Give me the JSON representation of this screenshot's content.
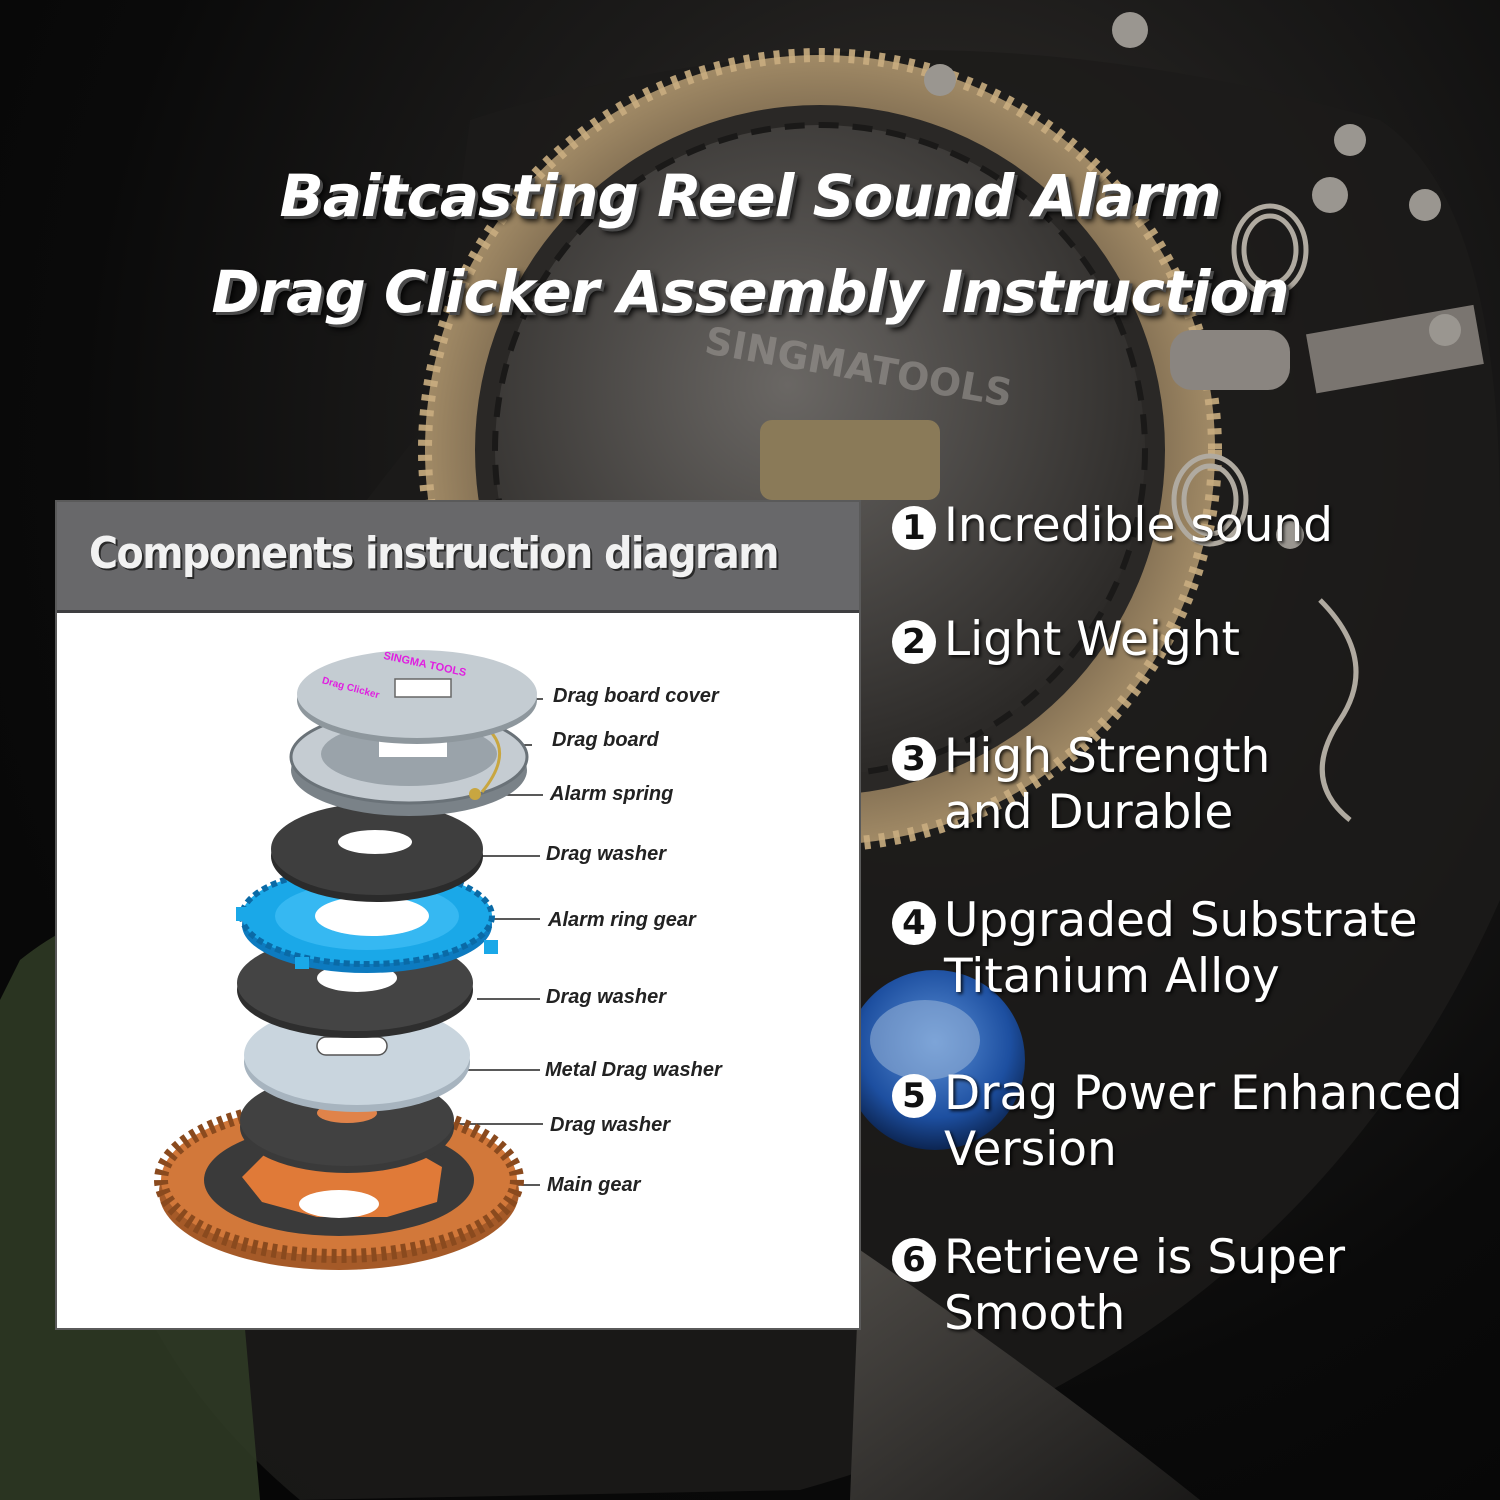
{
  "title": {
    "line1": "Baitcasting Reel Sound Alarm",
    "line2": "Drag Clicker Assembly Instruction"
  },
  "background_brand": "SINGMATOOLS",
  "diagram": {
    "heading": "Components instruction diagram",
    "plate_text": "SINGMA TOOLS",
    "plate_subtext": "Drag Clicker",
    "components": [
      "Drag board cover",
      "Drag board",
      "Alarm spring",
      "Drag washer",
      "Alarm ring gear",
      "Drag washer",
      "Metal Drag washer",
      "Drag washer",
      "Main gear"
    ]
  },
  "features": [
    {
      "num": "1",
      "line1": "Incredible sound",
      "line2": ""
    },
    {
      "num": "2",
      "line1": "Light Weight",
      "line2": ""
    },
    {
      "num": "3",
      "line1": "High Strength",
      "line2": "and Durable"
    },
    {
      "num": "4",
      "line1": "Upgraded Substrate",
      "line2": "Titanium Alloy"
    },
    {
      "num": "5",
      "line1": "Drag Power Enhanced",
      "line2": "Version"
    },
    {
      "num": "6",
      "line1": "Retrieve is Super",
      "line2": "Smooth"
    }
  ],
  "colors": {
    "ring_gear": "#1aa8e8",
    "main_gear": "#d2783a",
    "plate_text": "#e020e0",
    "header_bg": "#68686a"
  }
}
